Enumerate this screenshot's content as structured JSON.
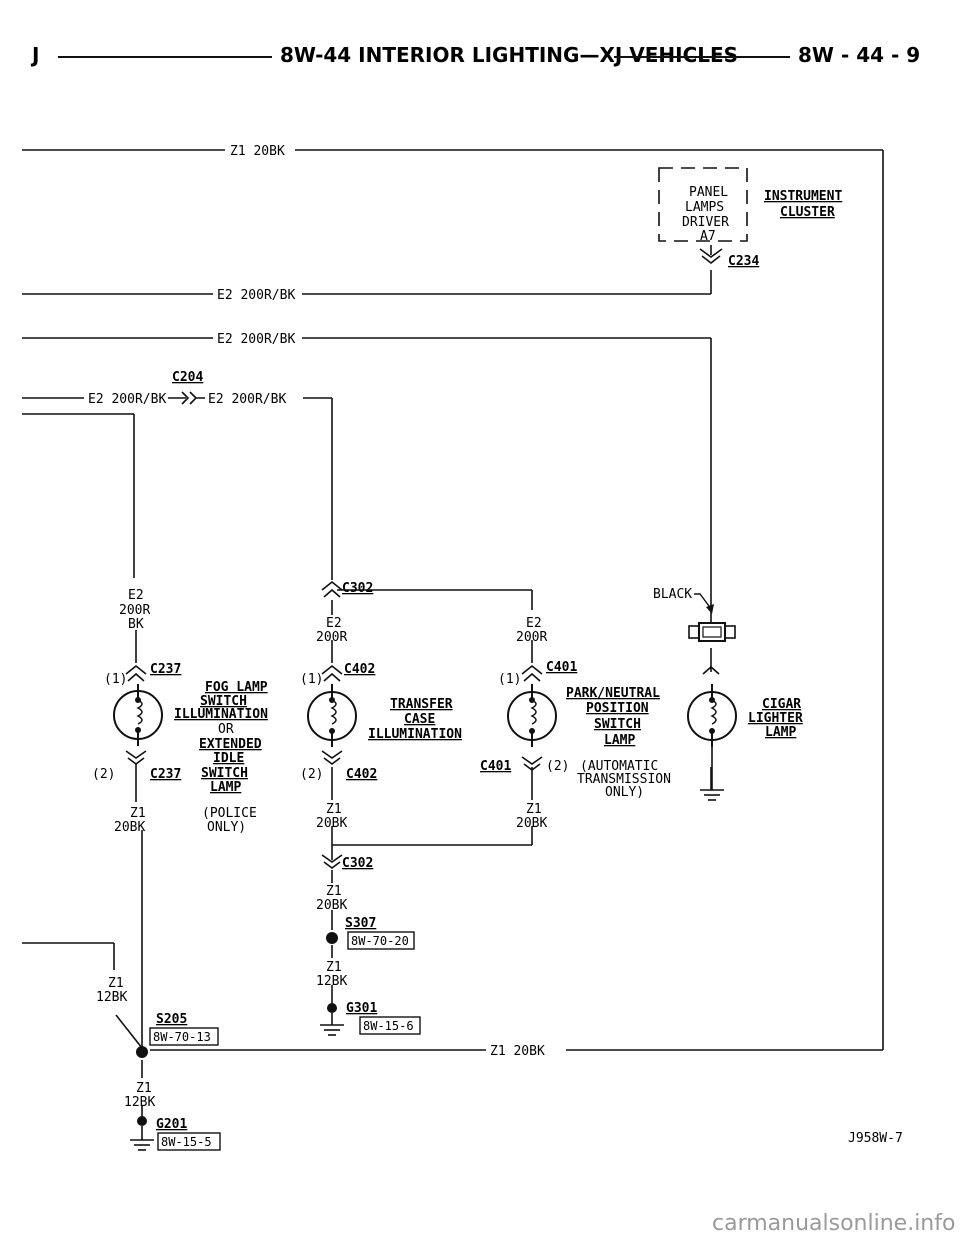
{
  "header": {
    "left": "J",
    "title": "8W-44 INTERIOR LIGHTING—XJ VEHICLES",
    "page": "8W - 44 - 9"
  },
  "wires": {
    "z1_20bk": "Z1 20BK",
    "e2_200rbk": "E2 200R/BK",
    "e2": "E2",
    "r200": "200R",
    "bk": "BK",
    "z1": "Z1",
    "b20bk": "20BK",
    "b12bk": "12BK"
  },
  "connectors": {
    "c204": "C204",
    "c234": "C234",
    "c237": "C237",
    "c302": "C302",
    "c401": "C401",
    "c402": "C402",
    "g201": "G201",
    "g301": "G301",
    "s205": "S205",
    "s307": "S307"
  },
  "refs": {
    "r_70_13": "8W-70-13",
    "r_70_20": "8W-70-20",
    "r_15_6": "8W-15-6",
    "r_15_5": "8W-15-5"
  },
  "components": {
    "panel_driver": [
      "PANEL",
      "LAMPS",
      "DRIVER",
      "A7"
    ],
    "instrument_cluster": [
      "INSTRUMENT",
      "CLUSTER"
    ],
    "fog_lamp": [
      "FOG LAMP",
      "SWITCH",
      "ILLUMINATION",
      "OR",
      "EXTENDED",
      "IDLE",
      "SWITCH",
      "LAMP",
      "(POLICE",
      "ONLY)"
    ],
    "transfer_case": [
      "TRANSFER",
      "CASE",
      "ILLUMINATION"
    ],
    "park_neutral": [
      "PARK/NEUTRAL",
      "POSITION",
      "SWITCH",
      "LAMP"
    ],
    "auto_trans": [
      "(AUTOMATIC",
      "TRANSMISSION",
      "ONLY)"
    ],
    "cigar_lighter": [
      "CIGAR",
      "LIGHTER",
      "LAMP"
    ],
    "black": "BLACK"
  },
  "pins": {
    "p1": "(1)",
    "p2": "(2)"
  },
  "figure_id": "J958W-7",
  "watermark": "carmanualsonline.info"
}
